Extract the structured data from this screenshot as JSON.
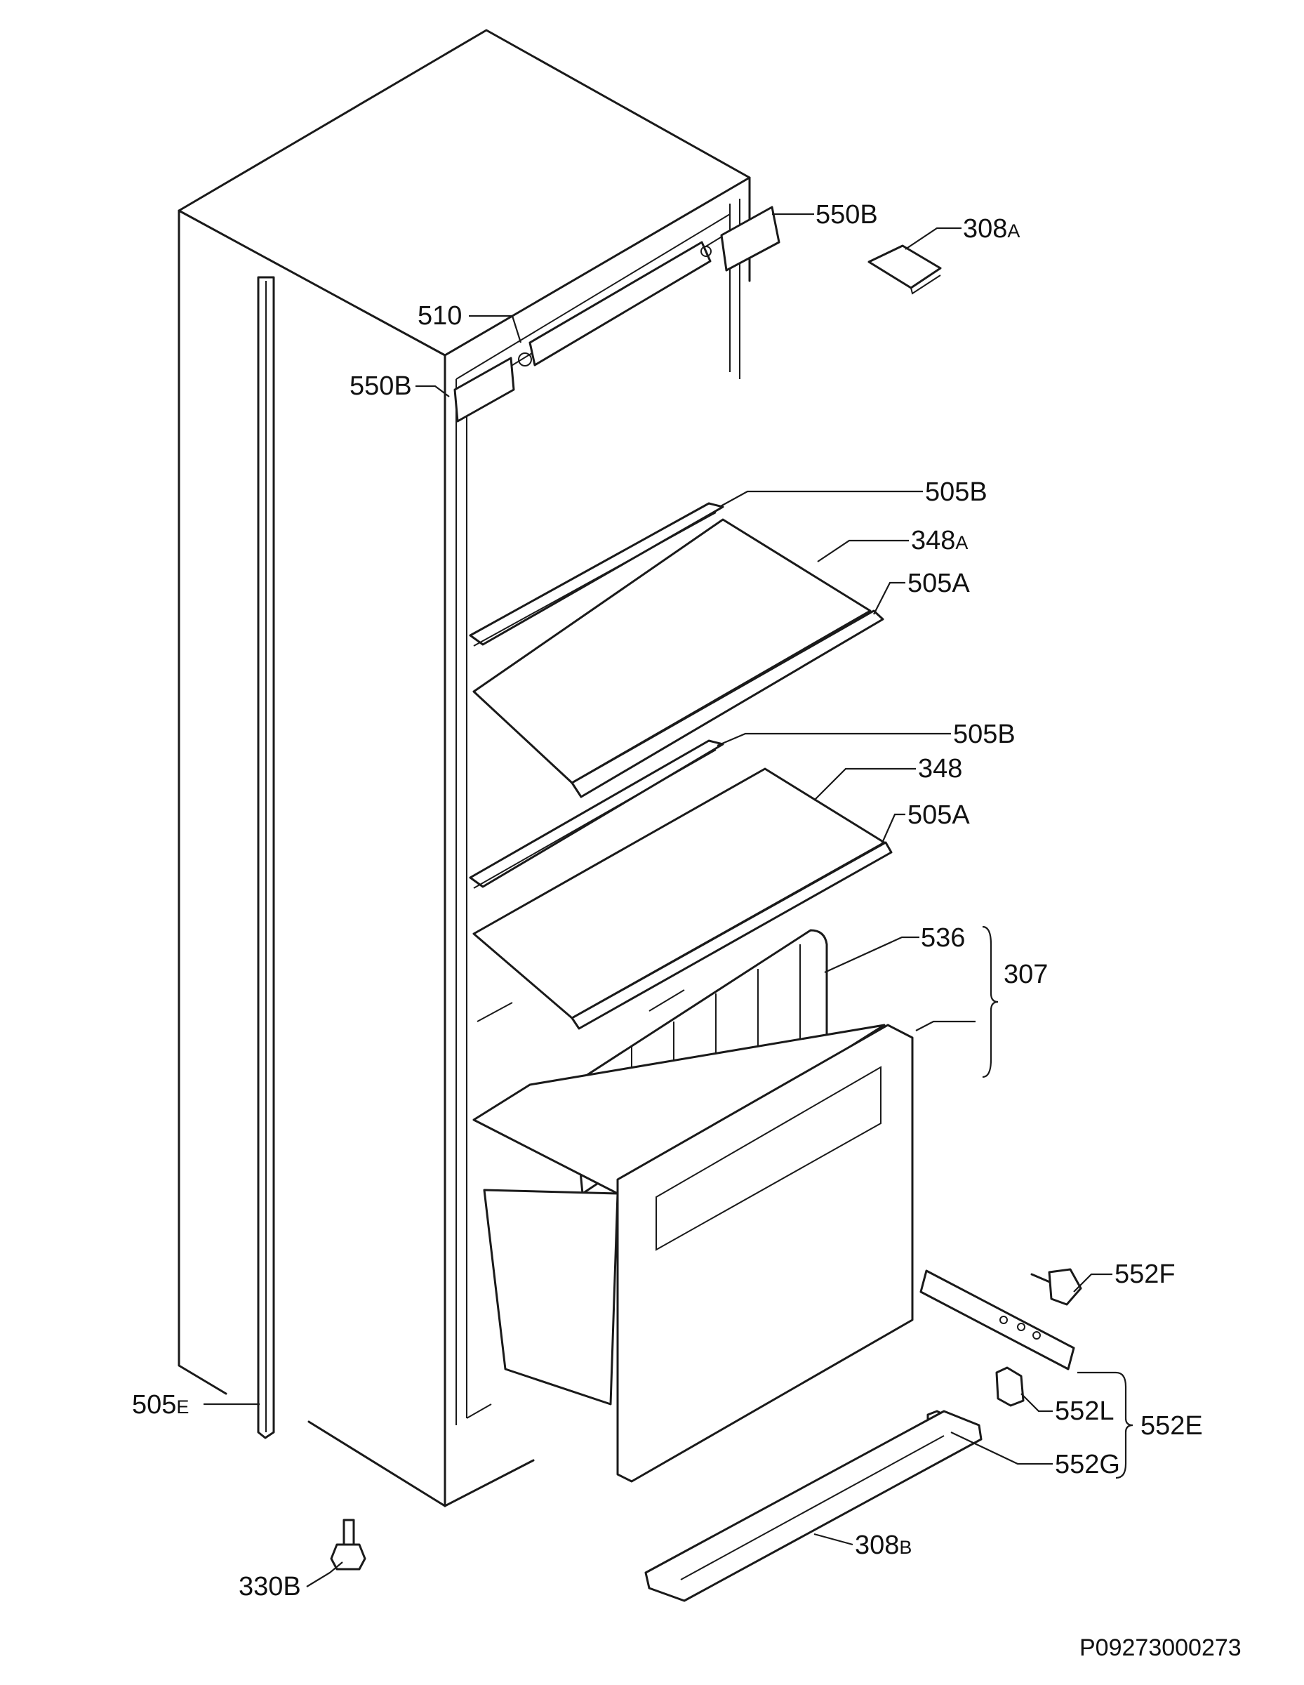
{
  "labels": {
    "l550b_top": {
      "main": "550",
      "suffix": "B"
    },
    "l308a": {
      "main": "308",
      "suffix": "A"
    },
    "l510": {
      "main": "510",
      "suffix": ""
    },
    "l550b_left": {
      "main": "550",
      "suffix": "B"
    },
    "l505b_1": {
      "main": "505",
      "suffix": "B"
    },
    "l348a": {
      "main": "348",
      "suffix": "A"
    },
    "l505a_1": {
      "main": "505",
      "suffix": "A"
    },
    "l505b_2": {
      "main": "505",
      "suffix": "B"
    },
    "l348": {
      "main": "348",
      "suffix": ""
    },
    "l505a_2": {
      "main": "505",
      "suffix": "A"
    },
    "l536": {
      "main": "536",
      "suffix": ""
    },
    "l307": {
      "main": "307",
      "suffix": ""
    },
    "l552f": {
      "main": "552",
      "suffix": "F"
    },
    "l505e": {
      "main": "505",
      "suffix": "E"
    },
    "l552l": {
      "main": "552",
      "suffix": "L"
    },
    "l552e": {
      "main": "552",
      "suffix": "E"
    },
    "l552g": {
      "main": "552",
      "suffix": "G"
    },
    "l330b": {
      "main": "330",
      "suffix": "B"
    },
    "l308b": {
      "main": "308",
      "suffix": "B"
    }
  },
  "drawing_code": "P09273000273"
}
